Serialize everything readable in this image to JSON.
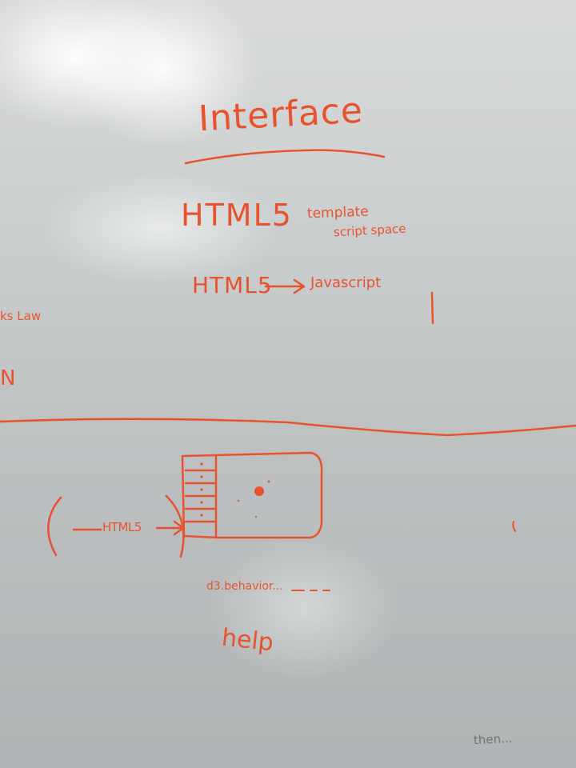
{
  "board": {
    "title": "Interface",
    "line1": {
      "main": "HTML5",
      "note_top": "template",
      "note_bottom": "script space"
    },
    "line2": {
      "left": "HTML5",
      "right": "Javascript"
    },
    "left_edge_text": [
      "ks Law",
      "N"
    ],
    "diagram": {
      "arrow_label": "HTML5"
    },
    "below_diagram": "d3.behavior...",
    "help": "help",
    "bottom_right_faint": "then..."
  },
  "colors": {
    "ink": "#e8532f",
    "board": "#c9cccc"
  }
}
